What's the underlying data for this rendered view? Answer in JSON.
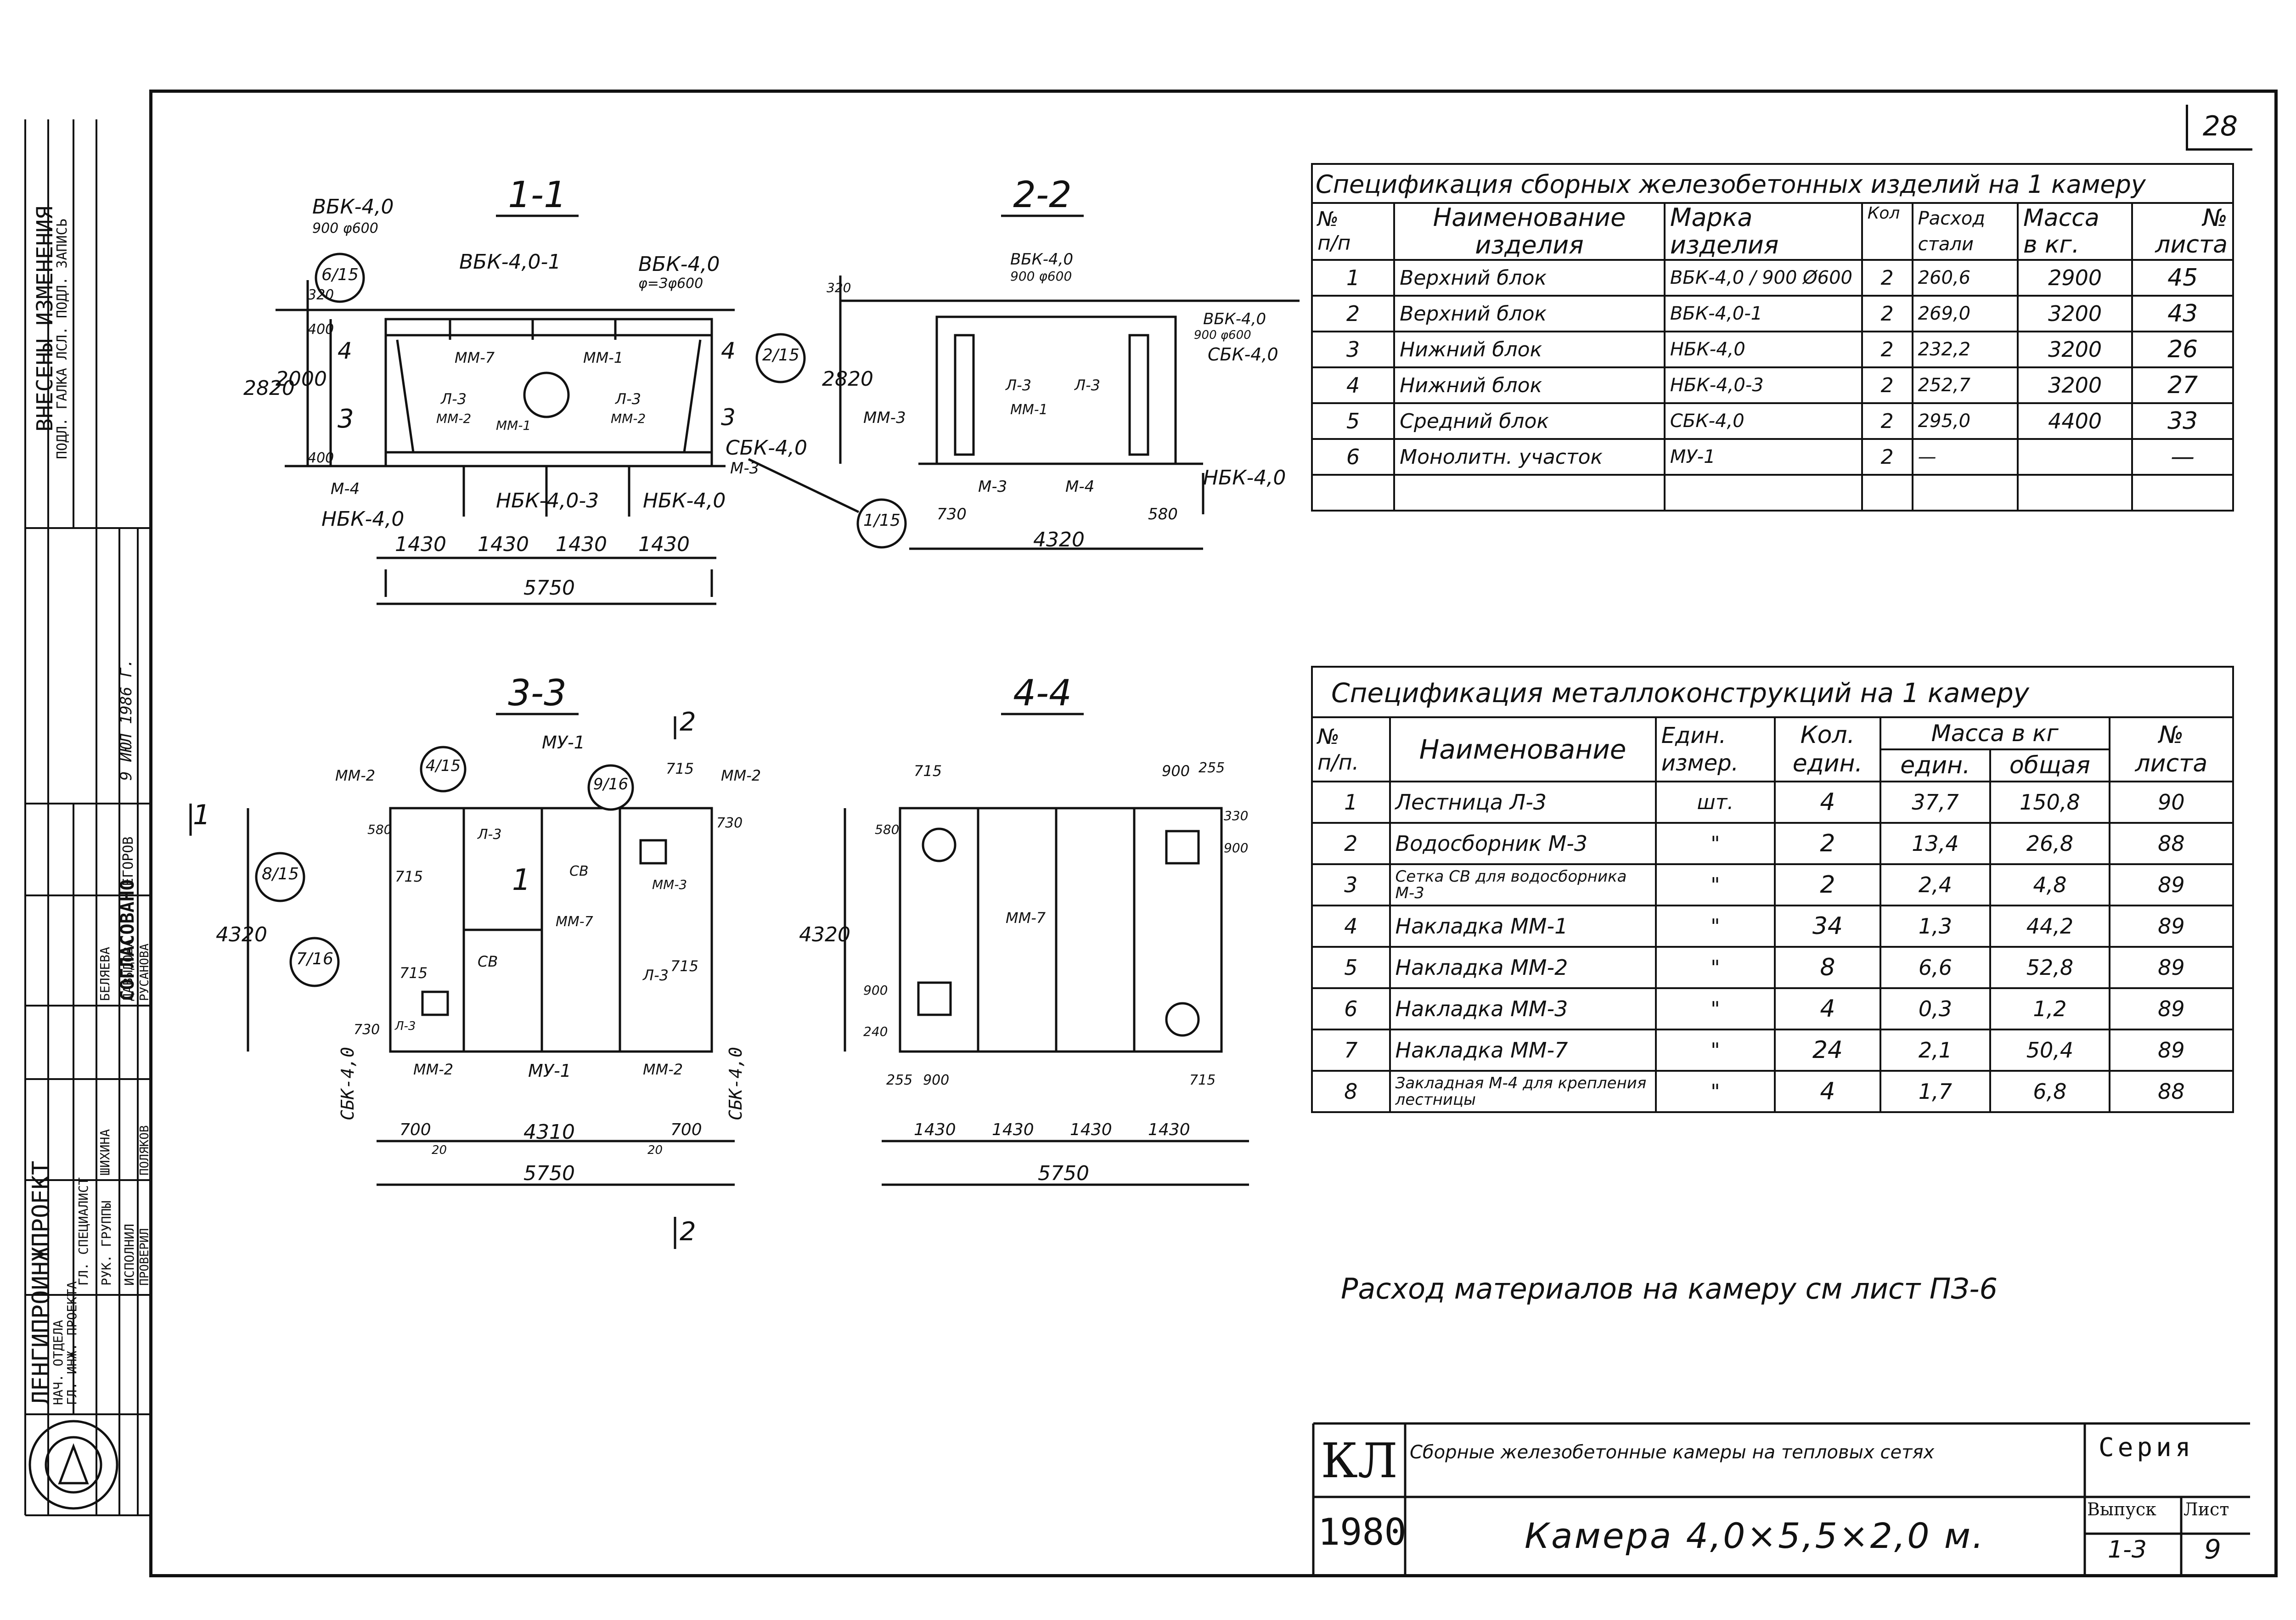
{
  "sheet_number": "28",
  "left_strip": {
    "changes_title": "ВНЕСЕНЫ ИЗМЕНЕНИЯ",
    "changes_sub": "ПОДЛ. ГАЛКА ЛСЛ. ПОДЛ. ЗАПИСЬ",
    "changes_date": "9 ИЮЛ 1986 Г.",
    "agreed": "СОГЛАСОВАНО",
    "org": "ЛЕНГИПРОИНЖПРОЕКТ",
    "roles": [
      "НАЧ. ОТДЕЛА",
      "ГЛ. ИНЖ. ПРОЕКТА",
      "ГЛ. СПЕЦИАЛИСТ",
      "РУК. ГРУППЫ",
      "ИСПОЛНИЛ",
      "ПРОВЕРИЛ"
    ],
    "names": [
      "ЕГОРОВ",
      "БЕЛЯЕВА",
      "ДАВЫДОВА",
      "ШИХИНА",
      "РУСАНОВА",
      "ПОЛЯКОВ"
    ]
  },
  "sections": {
    "s11": {
      "title": "1-1",
      "labels": [
        "ВБК-4,0",
        "900 φ600",
        "ВБК-4,0-1",
        "ВБК-4,0",
        "φ=Зφ600",
        "ММ-7",
        "ММ-1",
        "Л-3",
        "ММ-2",
        "ММ-1",
        "Л-3",
        "ММ-2",
        "СБК-4,0",
        "М-3",
        "М-4",
        "НБК-4,0",
        "НБК-4,0-3",
        "НБК-4,0"
      ],
      "callouts": [
        "6/15",
        "2/15",
        "1/15"
      ],
      "dims": [
        "320",
        "400",
        "2000",
        "400",
        "2820",
        "1430",
        "1430",
        "1430",
        "1430",
        "5750"
      ],
      "marks": [
        "4",
        "3",
        "4",
        "3"
      ]
    },
    "s22": {
      "title": "2-2",
      "labels": [
        "ВБК-4,0",
        "900 φ600",
        "ВБК-4,0",
        "900 φ600",
        "СБК-4,0",
        "Л-3",
        "Л-3",
        "ММ-1",
        "ММ-3",
        "М-3",
        "М-4",
        "НБК-4,0"
      ],
      "dims": [
        "320",
        "2820",
        "730",
        "580",
        "4320"
      ]
    },
    "s33": {
      "title": "3-3",
      "labels": [
        "ММ-2",
        "МУ-1",
        "ММ-2",
        "Л-3",
        "СВ",
        "ММ-3",
        "ММ-7",
        "СВ",
        "Л-3",
        "Л-3",
        "ММ-2",
        "МУ-1",
        "ММ-2",
        "СБК-4,0",
        "СБК-4,0"
      ],
      "callouts": [
        "4/15",
        "9/16",
        "8/15",
        "7/16"
      ],
      "dims": [
        "715",
        "580",
        "730",
        "715",
        "715",
        "715",
        "730",
        "4320",
        "700",
        "4310",
        "700",
        "20",
        "20",
        "5750"
      ],
      "marks": [
        "1",
        "2",
        "2",
        "1"
      ]
    },
    "s44": {
      "title": "4-4",
      "labels": [
        "ММ-7"
      ],
      "dims": [
        "715",
        "900",
        "255",
        "580",
        "900",
        "330",
        "4320",
        "240",
        "900",
        "255",
        "900",
        "715",
        "1430",
        "1430",
        "1430",
        "1430",
        "5750"
      ]
    }
  },
  "spec1": {
    "title": "Спецификация сборных железобетонных изделий на 1 камеру",
    "headers": [
      [
        "№",
        "п/п"
      ],
      [
        "Наименование",
        "изделия"
      ],
      [
        "Марка",
        "изделия"
      ],
      [
        "Кол"
      ],
      [
        "Расход",
        "стали"
      ],
      [
        "Масса",
        "в кг."
      ],
      [
        "№",
        "листа"
      ]
    ],
    "rows": [
      [
        "1",
        "Верхний блок",
        "ВБК-4,0 / 900 Ø600",
        "2",
        "260,6",
        "2900",
        "45"
      ],
      [
        "2",
        "Верхний блок",
        "ВБК-4,0-1",
        "2",
        "269,0",
        "3200",
        "43"
      ],
      [
        "3",
        "Нижний блок",
        "НБК-4,0",
        "2",
        "232,2",
        "3200",
        "26"
      ],
      [
        "4",
        "Нижний блок",
        "НБК-4,0-3",
        "2",
        "252,7",
        "3200",
        "27"
      ],
      [
        "5",
        "Средний блок",
        "СБК-4,0",
        "2",
        "295,0",
        "4400",
        "33"
      ],
      [
        "6",
        "Монолитн. участок",
        "МУ-1",
        "2",
        "—",
        "",
        "—"
      ],
      [
        "",
        "",
        "",
        "",
        "",
        "",
        ""
      ]
    ]
  },
  "spec2": {
    "title": "Спецификация металлоконструкций на 1 камеру",
    "headers": [
      [
        "№",
        "п/п."
      ],
      [
        "Наименование"
      ],
      [
        "Един.",
        "измер."
      ],
      [
        "Кол.",
        "един."
      ],
      [
        "Масса в кг"
      ],
      [
        "един."
      ],
      [
        "общая"
      ],
      [
        "№",
        "листа"
      ]
    ],
    "rows": [
      [
        "1",
        "Лестница Л-3",
        "шт.",
        "4",
        "37,7",
        "150,8",
        "90"
      ],
      [
        "2",
        "Водосборник М-3",
        "\"",
        "2",
        "13,4",
        "26,8",
        "88"
      ],
      [
        "3",
        "Сетка СВ для водосборника М-3",
        "\"",
        "2",
        "2,4",
        "4,8",
        "89"
      ],
      [
        "4",
        "Накладка ММ-1",
        "\"",
        "34",
        "1,3",
        "44,2",
        "89"
      ],
      [
        "5",
        "Накладка ММ-2",
        "\"",
        "8",
        "6,6",
        "52,8",
        "89"
      ],
      [
        "6",
        "Накладка ММ-3",
        "\"",
        "4",
        "0,3",
        "1,2",
        "89"
      ],
      [
        "7",
        "Накладка ММ-7",
        "\"",
        "24",
        "2,1",
        "50,4",
        "89"
      ],
      [
        "8",
        "Закладная М-4 для крепления лестницы",
        "\"",
        "4",
        "1,7",
        "6,8",
        "88"
      ]
    ]
  },
  "note": "Расход материалов на камеру см лист ПЗ-6",
  "title_block": {
    "code": "КЛ",
    "year": "1980",
    "subject": "Сборные железобетонные камеры на тепловых сетях",
    "name": "Камера 4,0×5,5×2,0 м.",
    "series_label": "Серия",
    "issue_label": "Выпуск",
    "issue": "1-3",
    "sheet_label": "Лист",
    "sheet": "9"
  }
}
